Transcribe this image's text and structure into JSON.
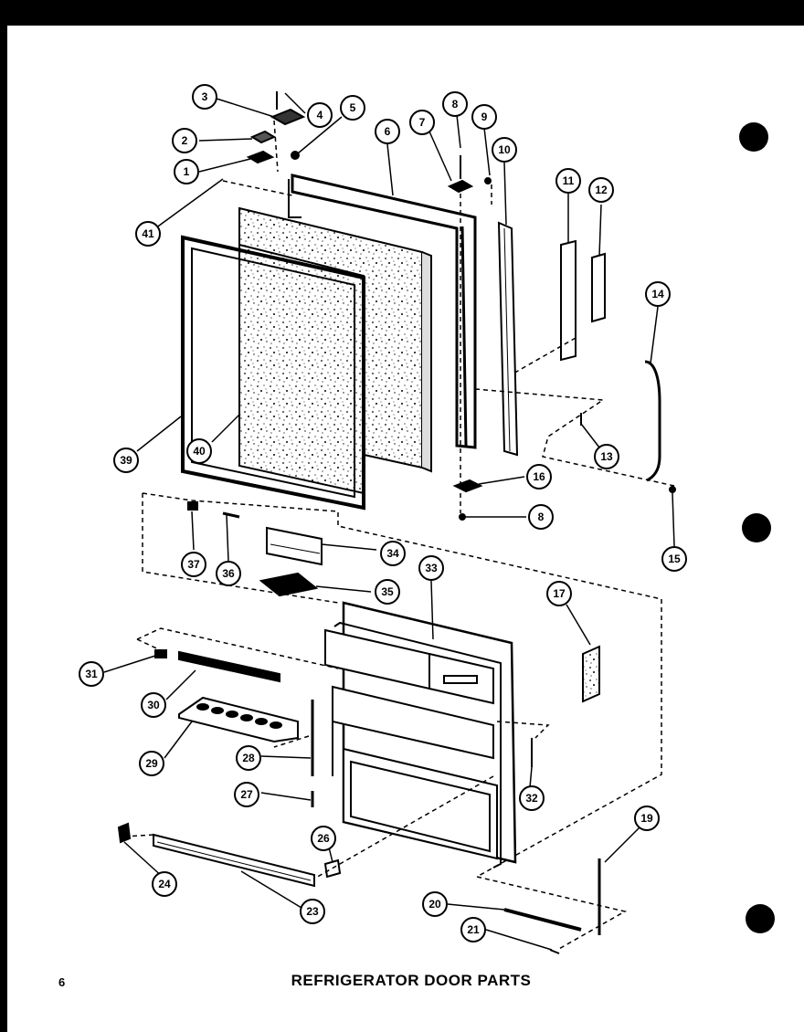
{
  "page": {
    "number": "6",
    "title": "REFRIGERATOR DOOR PARTS"
  },
  "callouts": [
    "1",
    "2",
    "3",
    "4",
    "5",
    "6",
    "7",
    "8",
    "9",
    "10",
    "11",
    "12",
    "13",
    "14",
    "15",
    "16",
    "8",
    "17",
    "19",
    "20",
    "21",
    "23",
    "24",
    "26",
    "27",
    "28",
    "29",
    "30",
    "31",
    "32",
    "33",
    "34",
    "35",
    "36",
    "37",
    "39",
    "40",
    "41"
  ],
  "colors": {
    "ink": "#000000",
    "paper": "#ffffff"
  }
}
